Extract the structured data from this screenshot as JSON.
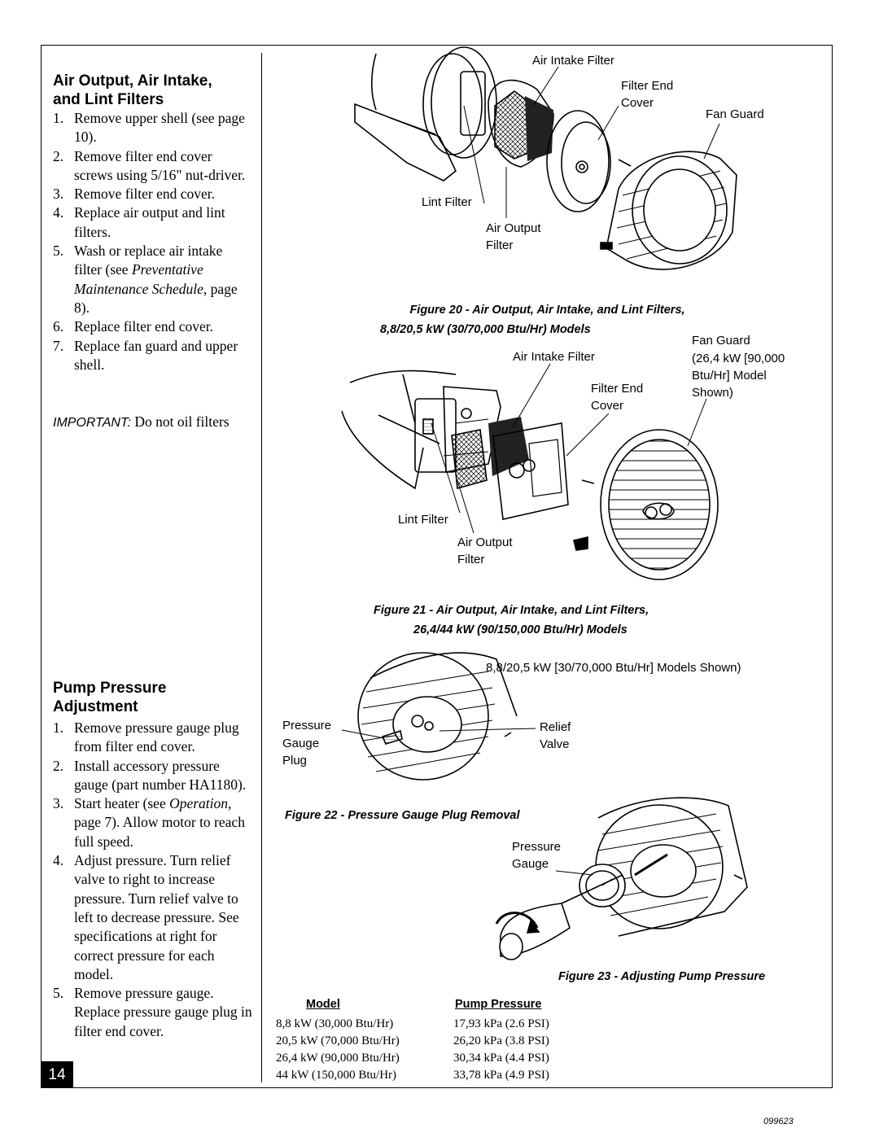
{
  "page": {
    "number": "14",
    "doc_code": "099623"
  },
  "left": {
    "section1": {
      "title_line1": "Air Output, Air Intake,",
      "title_line2": "and Lint Filters",
      "steps": [
        {
          "num": "1.",
          "text": "Remove upper shell (see page 10)."
        },
        {
          "num": "2.",
          "text": "Remove filter end cover screws using 5/16\" nut-driver."
        },
        {
          "num": "3.",
          "text": "Remove filter end cover."
        },
        {
          "num": "4.",
          "text": "Replace air output and lint filters."
        },
        {
          "num": "5.",
          "text_a": "Wash or replace air intake filter (see ",
          "text_ref": "Preventative Maintenance Schedule,",
          "text_b": " page 8)."
        },
        {
          "num": "6.",
          "text": "Replace filter end cover."
        },
        {
          "num": "7.",
          "text": "Replace fan guard and upper shell."
        }
      ],
      "important_label": "IMPORTANT:",
      "important_text": " Do not oil filters"
    },
    "section2": {
      "title_line1": "Pump Pressure",
      "title_line2": "Adjustment",
      "steps": [
        {
          "num": "1.",
          "text": "Remove pressure gauge plug from filter end cover."
        },
        {
          "num": "2.",
          "text": "Install accessory pressure gauge (part number HA1180)."
        },
        {
          "num": "3.",
          "text_a": "Start heater (see ",
          "text_ref": "Operation,",
          "text_b": " page 7). Allow motor to reach full speed."
        },
        {
          "num": "4.",
          "text": "Adjust pressure. Turn relief valve to right to increase pressure. Turn relief valve to left to decrease pressure. See specifications at right for correct pressure for each model."
        },
        {
          "num": "5.",
          "text": "Remove pressure gauge. Replace pressure gauge plug in filter end cover."
        }
      ]
    }
  },
  "figures": {
    "fig20": {
      "labels": {
        "air_intake": "Air Intake Filter",
        "filter_end_1": "Filter End",
        "filter_end_2": "Cover",
        "fan_guard": "Fan Guard",
        "lint": "Lint Filter",
        "air_output_1": "Air Output",
        "air_output_2": "Filter"
      },
      "caption_line1": "Figure 20 - Air Output, Air Intake, and Lint Filters,",
      "caption_line2": "8,8/20,5 kW (30/70,000 Btu/Hr) Models"
    },
    "fig21": {
      "labels": {
        "fan_guard_1": "Fan Guard",
        "fan_guard_2": "(26,4 kW [90,000",
        "fan_guard_3": "Btu/Hr] Model",
        "fan_guard_4": "Shown)",
        "air_intake": "Air Intake Filter",
        "filter_end_1": "Filter End",
        "filter_end_2": "Cover",
        "lint": "Lint Filter",
        "air_output_1": "Air Output",
        "air_output_2": "Filter"
      },
      "caption_line1": "Figure 21 - Air Output, Air Intake, and Lint Filters,",
      "caption_line2": "26,4/44 kW (90/150,000 Btu/Hr) Models"
    },
    "fig22": {
      "models_note": "8,8/20,5 kW [30/70,000 Btu/Hr] Models Shown)",
      "labels": {
        "pressure_1": "Pressure",
        "pressure_2": "Gauge",
        "pressure_3": "Plug",
        "relief_1": "Relief",
        "relief_2": "Valve"
      },
      "caption": "Figure 22 - Pressure Gauge Plug Removal"
    },
    "fig23": {
      "labels": {
        "gauge_1": "Pressure",
        "gauge_2": "Gauge"
      },
      "caption": "Figure 23 - Adjusting Pump Pressure"
    }
  },
  "pressure_table": {
    "col_model": "Model",
    "col_pressure": "Pump Pressure",
    "rows": [
      {
        "model": "8,8 kW (30,000 Btu/Hr)",
        "pressure": "17,93 kPa (2.6 PSI)"
      },
      {
        "model": "20,5 kW (70,000 Btu/Hr)",
        "pressure": "26,20 kPa (3.8 PSI)"
      },
      {
        "model": "26,4 kW (90,000 Btu/Hr)",
        "pressure": "30,34 kPa (4.4 PSI)"
      },
      {
        "model": "44 kW (150,000 Btu/Hr)",
        "pressure": "33,78 kPa (4.9 PSI)"
      }
    ]
  }
}
